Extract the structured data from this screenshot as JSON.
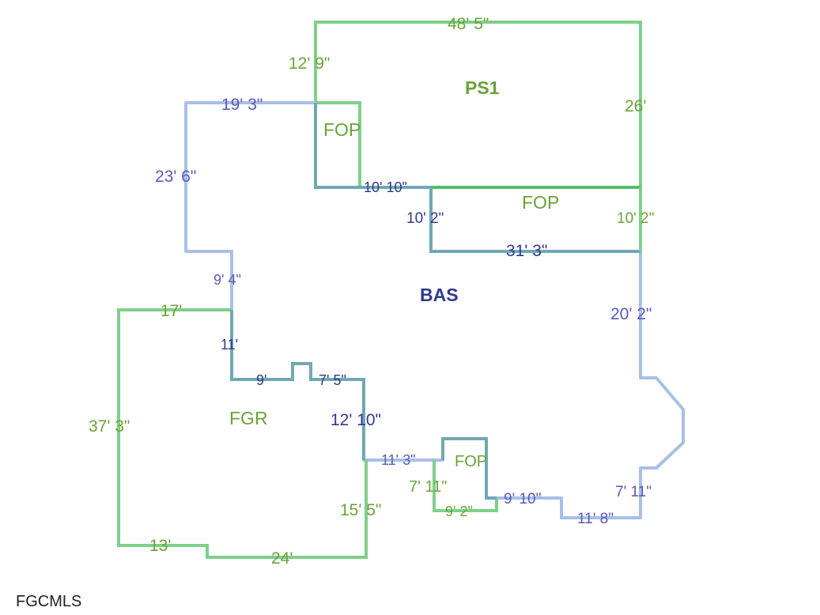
{
  "areas": {
    "ps1": "PS1",
    "fop_top": "FOP",
    "fop_right": "FOP",
    "bas": "BAS",
    "fgr": "FGR",
    "fop_bottom": "FOP"
  },
  "dimensions": {
    "ps1_top": "48' 5\"",
    "ps1_left": "12' 9\"",
    "ps1_right": "26'",
    "bas_top": "19' 3\"",
    "bas_left_upper": "23' 6\"",
    "fop_right_top": "10' 10\"",
    "fop_right_left": "10' 2\"",
    "fop_right_right": "10' 2\"",
    "fop_right_bottom": "31' 3\"",
    "bas_left_step": "9' 4\"",
    "bas_right": "20' 2\"",
    "fgr_top": "17'",
    "fgr_inner": "11'",
    "fgr_left": "37' 3\"",
    "bas_9": "9'",
    "bas_7_5": "7' 5\"",
    "bas_12_10": "12' 10\"",
    "bas_11_3": "11' 3\"",
    "fop_bottom_left": "7' 11\"",
    "fop_bottom_bottom": "9' 2\"",
    "bas_9_10": "9' 10\"",
    "bas_11_8": "11' 8\"",
    "bas_7_11_right": "7' 11\"",
    "fgr_right": "15' 5\"",
    "fgr_bottom_left": "13'",
    "fgr_bottom": "24'"
  },
  "credit": "FGCMLS",
  "colors": {
    "green_line": "#7ed08a",
    "blue_line": "#a8bfe8",
    "shared_line": "#6fa8b4",
    "label_green": "#6aa33a",
    "label_blue": "#5a5ab4",
    "label_navy": "#2f3a8c"
  }
}
